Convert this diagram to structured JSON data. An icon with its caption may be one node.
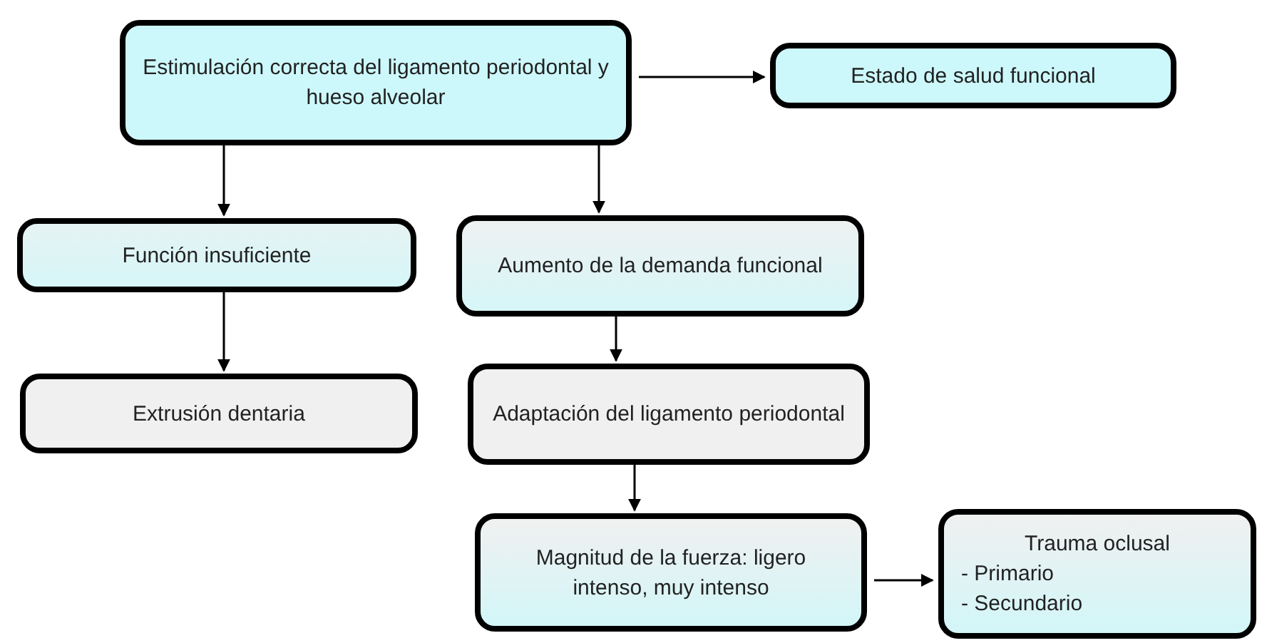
{
  "diagram": {
    "nodes": [
      {
        "text": [
          "Estimulación correcta del ligamento periodontal y hueso alveolar"
        ]
      },
      {
        "text": [
          "Estado de salud funcional"
        ]
      },
      {
        "text": [
          "Función insuficiente"
        ]
      },
      {
        "text": [
          "Aumento de la demanda funcional"
        ]
      },
      {
        "text": [
          "Extrusión dentaria"
        ]
      },
      {
        "text": [
          "Adaptación del ligamento periodontal"
        ]
      },
      {
        "text": [
          "Magnitud de la fuerza: ligero intenso, muy intenso"
        ]
      },
      {
        "text": [
          "Trauma oclusal",
          "- Primario",
          "- Secundario"
        ]
      }
    ],
    "edges": [
      {
        "from": 0,
        "to": 1,
        "arrow": "to"
      },
      {
        "from": 0,
        "to": 2,
        "arrow": "to"
      },
      {
        "from": 0,
        "to": 3,
        "arrow": "to"
      },
      {
        "from": 2,
        "to": 4,
        "arrow": "to"
      },
      {
        "from": 3,
        "to": 5,
        "arrow": "to"
      },
      {
        "from": 5,
        "to": 6,
        "arrow": "to"
      },
      {
        "from": 6,
        "to": 7,
        "arrow": "to"
      }
    ]
  }
}
